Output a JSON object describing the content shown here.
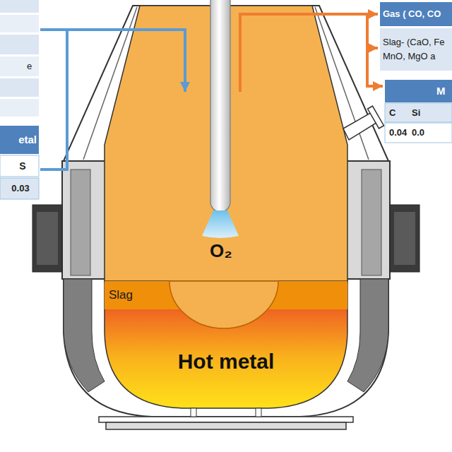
{
  "diagram": {
    "nodes": [
      {
        "text": [
          "Gas ( CO, CO"
        ]
      },
      {
        "text": [
          "Slag- (CaO, Fe MnO, MgO a"
        ]
      },
      {
        "text": [
          "Slag"
        ]
      },
      {
        "text": [
          "Hot metal"
        ]
      }
    ],
    "labels": [
      "e",
      "etal",
      "S",
      "0.03",
      "M",
      "C",
      "Si",
      "0.04",
      "0.0",
      "O₂"
    ]
  }
}
